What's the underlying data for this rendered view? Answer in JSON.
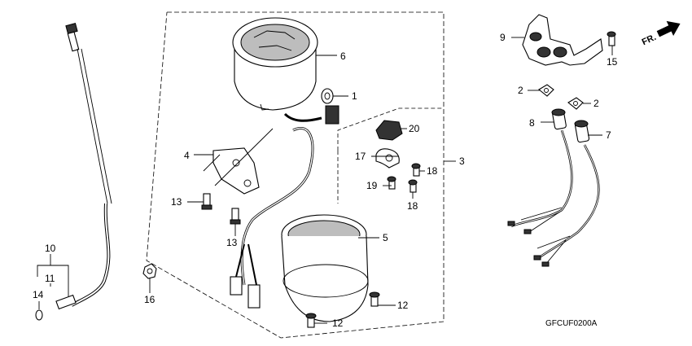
{
  "diagram": {
    "part_numbers": {
      "p1": "1",
      "p2a": "2",
      "p2b": "2",
      "p3": "3",
      "p4": "4",
      "p5": "5",
      "p6": "6",
      "p7": "7",
      "p8": "8",
      "p9": "9",
      "p10": "10",
      "p11": "11",
      "p12a": "12",
      "p12b": "12",
      "p13a": "13",
      "p13b": "13",
      "p14": "14",
      "p15": "15",
      "p16": "16",
      "p17": "17",
      "p18a": "18",
      "p18b": "18",
      "p19": "19",
      "p20": "20"
    },
    "direction_label": "FR.",
    "diagram_code": "GFCUF0200A"
  }
}
